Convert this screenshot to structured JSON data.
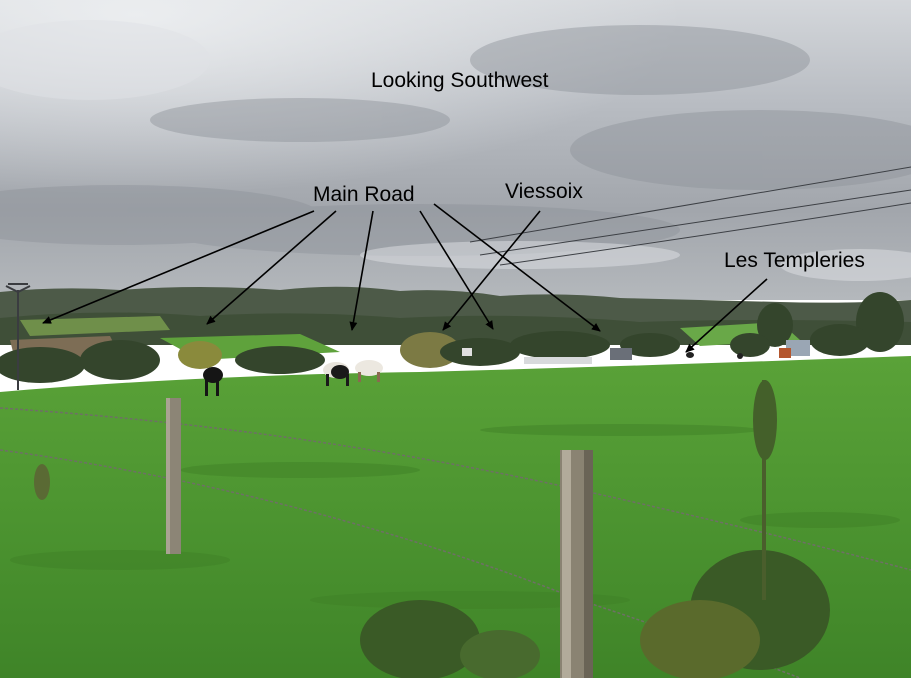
{
  "annotations": {
    "heading": "Looking Southwest",
    "main_road": "Main Road",
    "viessoix": "Viessoix",
    "les_templeries": "Les Templeries"
  },
  "scene": {
    "subjects": [
      "cloudy-sky",
      "wooded-hills",
      "village",
      "green-pasture",
      "cows",
      "wire-fence",
      "fence-posts",
      "weeds",
      "power-lines",
      "pylon"
    ]
  },
  "colors": {
    "sky_top": "#c9ccd0",
    "sky_bottom": "#9a9ea4",
    "hills": "#4a5a44",
    "pasture": "#4f9a2e",
    "annotation_text": "#000000"
  }
}
